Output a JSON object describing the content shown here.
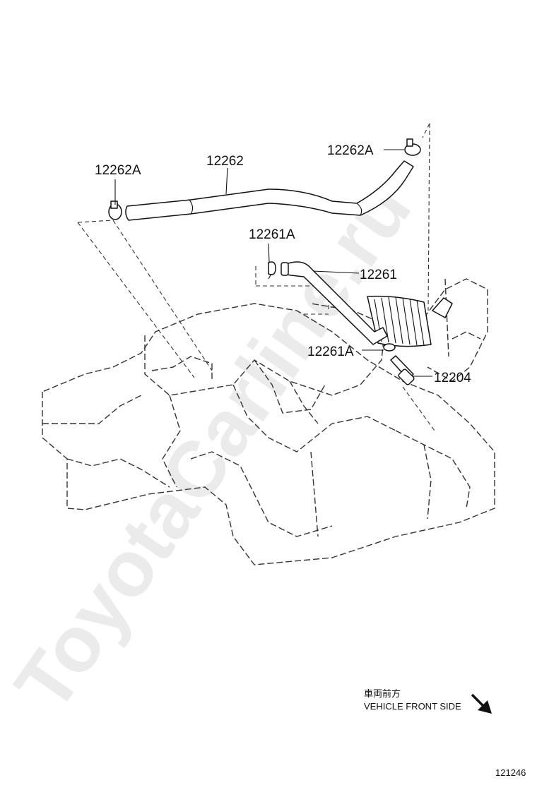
{
  "diagram": {
    "watermark": "ToyotaCarline.ru",
    "callouts": {
      "clip_left": "12262A",
      "hose_upper": "12262",
      "clip_right": "12262A",
      "clip_small_top": "12261A",
      "hose_lower": "12261",
      "clip_small_bottom": "12261A",
      "pcv_valve": "12204"
    },
    "orientation": {
      "japanese": "車両前方",
      "english": "VEHICLE FRONT SIDE",
      "arrow_icon": "arrow-down-right-icon"
    },
    "diagram_number": "121246"
  }
}
